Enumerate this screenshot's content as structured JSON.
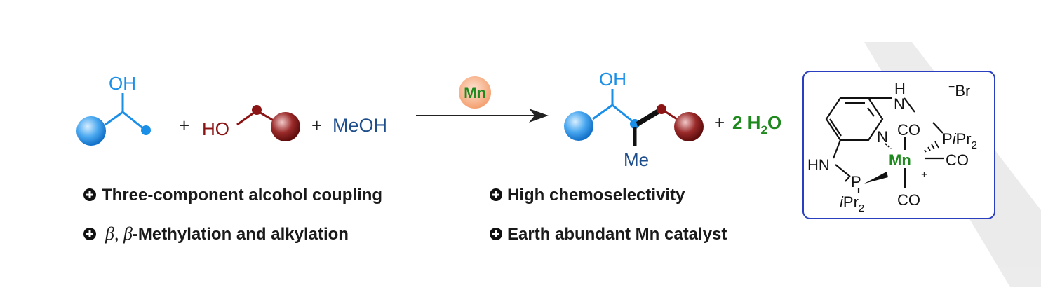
{
  "colors": {
    "blue": "#1a8fe8",
    "dark_red": "#8b1414",
    "navy": "#1f4e8c",
    "green": "#1e8a1e",
    "mn_orange": "#f6a57e",
    "box_border": "#2a3fbf",
    "watermark": "#d9d9d9"
  },
  "reaction": {
    "reactant1_oh": "OH",
    "plus1": "+",
    "reactant2_ho": "HO",
    "plus2": "+",
    "methanol": "MeOH",
    "catalyst_label": "Mn",
    "product_oh": "OH",
    "product_me": "Me",
    "plus3": "+",
    "water": "2 H",
    "water_sub": "2",
    "water_end": "O"
  },
  "catalyst": {
    "h": "H",
    "n_top": "N",
    "br": "Br",
    "br_charge": "−",
    "n_ring": "N",
    "co_top": "CO",
    "p_ipr2_right_p": "P",
    "p_ipr2_right_i": "i",
    "p_ipr2_right_pr": "Pr",
    "p_ipr2_right_sub": "2",
    "hn": "HN",
    "mn": "Mn",
    "co_right": "CO",
    "plus_charge": "+",
    "p_left": "P",
    "ipr2_left_i": "i",
    "ipr2_left_pr": "Pr",
    "ipr2_left_sub": "2",
    "co_bottom": "CO"
  },
  "features": [
    {
      "prefix": "",
      "text": "Three-component alcohol coupling"
    },
    {
      "prefix": "",
      "text": "High chemoselectivity"
    },
    {
      "prefix": "β, β",
      "text": "-Methylation and alkylation"
    },
    {
      "prefix": "",
      "text": "Earth abundant Mn catalyst"
    }
  ]
}
